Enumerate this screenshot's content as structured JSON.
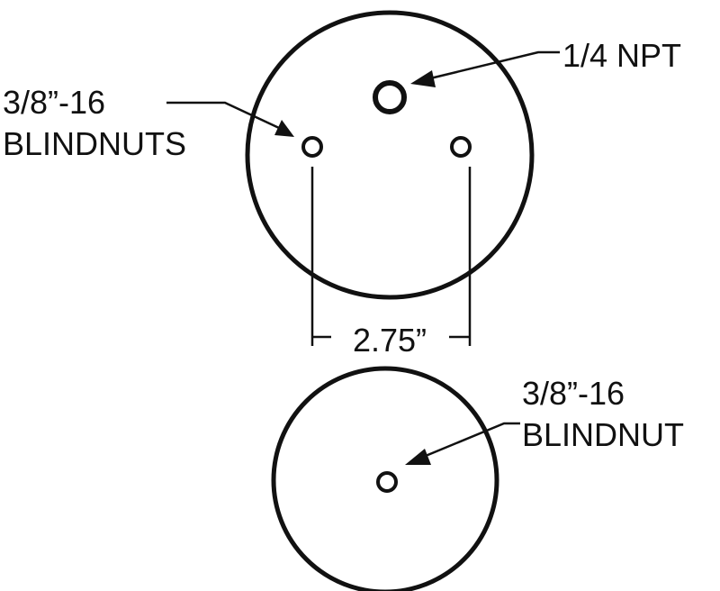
{
  "top_plate": {
    "port_label": "1/4 NPT",
    "blindnuts_label_line1": "3/8”-16",
    "blindnuts_label_line2": "BLINDNUTS"
  },
  "dimension": {
    "label": "2.75”"
  },
  "bottom_plate": {
    "blindnut_label_line1": "3/8”-16",
    "blindnut_label_line2": "BLINDNUT"
  },
  "colors": {
    "ink": "#111111",
    "background": "#ffffff"
  }
}
